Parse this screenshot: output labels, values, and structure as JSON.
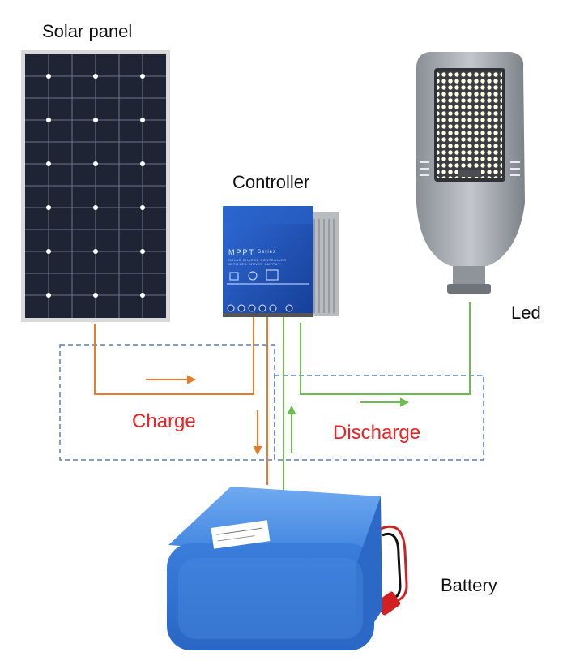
{
  "labels": {
    "solar_panel": "Solar panel",
    "controller": "Controller",
    "led": "Led",
    "battery": "Battery",
    "charge": "Charge",
    "discharge": "Discharge"
  },
  "controller_face": {
    "brand": "MPPT",
    "series": "Series",
    "line1": "SOLAR CHARGE CONTROLLER",
    "line2": "WITH LED DRIVER OUTPUT"
  },
  "colors": {
    "charge_wire": "#e87b2c",
    "discharge_wire": "#6cbf4a",
    "group_box": "#5a7fb8",
    "flow_text": "#ee2222",
    "battery": "#3f83de",
    "controller": "#1d52b8",
    "panel_cell": "#1e2433"
  },
  "icons": [
    "solar-panel-icon",
    "charge-controller-icon",
    "street-led-lamp-icon",
    "battery-pack-icon",
    "arrow-icon"
  ]
}
